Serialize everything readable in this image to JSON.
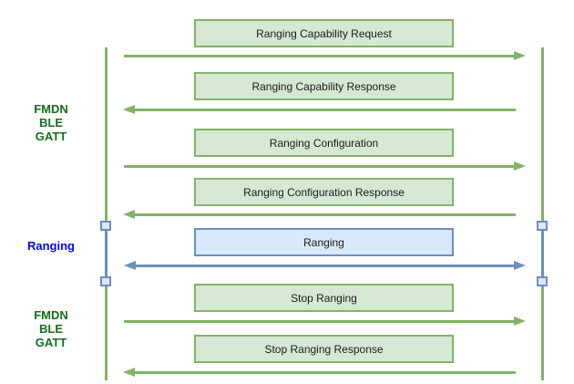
{
  "diagram": {
    "type": "sequence-diagram",
    "side_labels": [
      {
        "color": "green",
        "lines": [
          "FMDN",
          "BLE",
          "GATT"
        ]
      },
      {
        "color": "blue",
        "lines": [
          "Ranging"
        ]
      },
      {
        "color": "green",
        "lines": [
          "FMDN",
          "BLE",
          "GATT"
        ]
      }
    ],
    "messages": [
      {
        "label": "Ranging Capability Request",
        "direction": "right",
        "style": "green"
      },
      {
        "label": "Ranging Capability Response",
        "direction": "left",
        "style": "green"
      },
      {
        "label": "Ranging Configuration",
        "direction": "right",
        "style": "green"
      },
      {
        "label": "Ranging Configuration Response",
        "direction": "left",
        "style": "green"
      },
      {
        "label": "Ranging",
        "direction": "both",
        "style": "blue"
      },
      {
        "label": "Stop Ranging",
        "direction": "right",
        "style": "green"
      },
      {
        "label": "Stop Ranging Response",
        "direction": "left",
        "style": "green"
      }
    ],
    "colors": {
      "green_stroke": "#82b366",
      "green_fill": "#d5e8d4",
      "blue_stroke": "#6c8ebf",
      "blue_fill": "#dae8fc",
      "label_green": "#146e1e",
      "label_blue": "#0008f0",
      "box_text": "#1b1b1b"
    }
  }
}
